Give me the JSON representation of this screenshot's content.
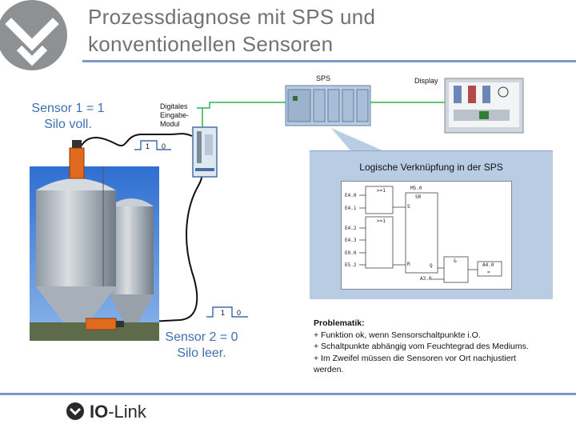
{
  "title": {
    "line1": "Prozessdiagnose mit SPS und",
    "line2": "konventionellen Sensoren"
  },
  "sensor1": {
    "line1": "Sensor 1 = 1",
    "line2": "Silo voll."
  },
  "sensor2": {
    "line1": "Sensor 2 = 0",
    "line2": "Silo leer."
  },
  "module": {
    "line1": "Digitales",
    "line2": "Eingabe-",
    "line3": "Modul"
  },
  "sps_label": "SPS",
  "display_label": "Display",
  "signal1": {
    "high": "1",
    "low": "0"
  },
  "signal2": {
    "high": "1",
    "low": "0"
  },
  "callout": {
    "title": "Logische Verknüpfung in der SPS"
  },
  "ladder": {
    "gate1_label": ">=1",
    "gate2_label": ">=1",
    "sr_name": "M5.0",
    "sr_label": "SR",
    "sr_s": "S",
    "sr_r": "R",
    "sr_q": "Q",
    "and_label": "&",
    "and_input": "A3.0",
    "out_name": "A4.0",
    "out_symbol": "=",
    "inputs_top": [
      "E4.0",
      "E4.1"
    ],
    "inputs_bottom": [
      "E4.2",
      "E4.3",
      "E0.0",
      "E5.2"
    ]
  },
  "problem": {
    "title": "Problematik:",
    "items": [
      "+ Funktion ok, wenn Sensorschaltpunkte i.O.",
      "+ Schaltpunkte abhängig vom Feuchtegrad des Mediums.",
      "+ Im Zweifel müssen die Sensoren vor Ort  nachjustiert",
      "werden."
    ]
  },
  "brand": {
    "io": "IO",
    "link": "-Link"
  },
  "colors": {
    "accent": "#7d99c7",
    "label_blue": "#3e6fb0",
    "callout_bg": "#b8cce4",
    "sensor_orange": "#e06a1e"
  }
}
